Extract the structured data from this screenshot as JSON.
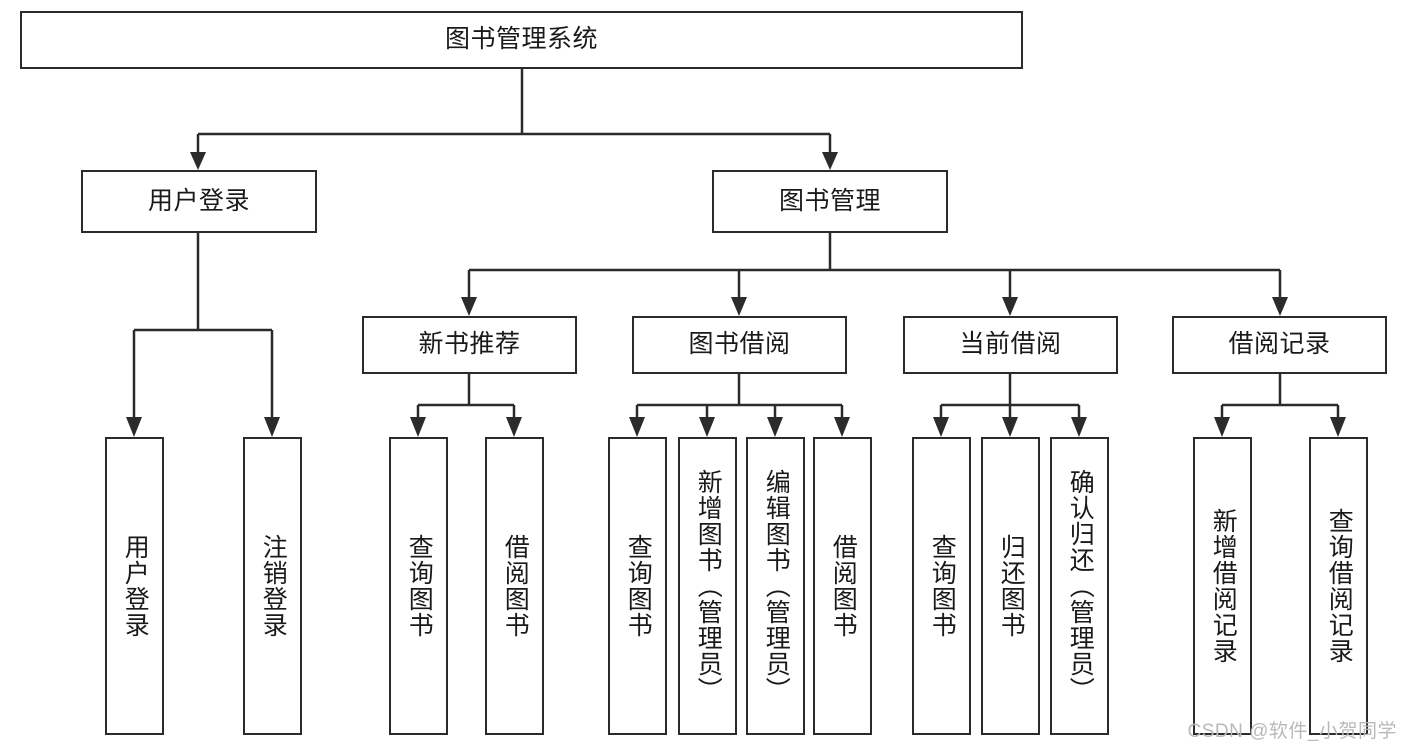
{
  "diagram": {
    "title": "图书管理系统",
    "type": "tree",
    "watermark": "CSDN @软件_小贺同学",
    "colors": {
      "stroke": "#2b2b2b",
      "fill": "#ffffff",
      "text": "#1a1a1a",
      "watermark": "#b9b9b9"
    },
    "nodes": {
      "root": {
        "label": "图书管理系统"
      },
      "l2": [
        {
          "id": "user-login",
          "label": "用户登录"
        },
        {
          "id": "book-manage",
          "label": "图书管理"
        }
      ],
      "l3": [
        {
          "id": "new-book-rec",
          "label": "新书推荐"
        },
        {
          "id": "book-borrow",
          "label": "图书借阅"
        },
        {
          "id": "current-borrow",
          "label": "当前借阅"
        },
        {
          "id": "borrow-record",
          "label": "借阅记录"
        }
      ],
      "leaves": {
        "user_login": [
          {
            "id": "leaf-user-login",
            "label": "用户登录"
          },
          {
            "id": "leaf-logout",
            "label": "注销登录"
          }
        ],
        "new_book_rec": [
          {
            "id": "leaf-query-book-1",
            "label": "查询图书"
          },
          {
            "id": "leaf-borrow-book-1",
            "label": "借阅图书"
          }
        ],
        "book_borrow": [
          {
            "id": "leaf-query-book-2",
            "label": "查询图书"
          },
          {
            "id": "leaf-add-book",
            "label": "新增图书（管理员）"
          },
          {
            "id": "leaf-edit-book",
            "label": "编辑图书（管理员）"
          },
          {
            "id": "leaf-borrow-book-2",
            "label": "借阅图书"
          }
        ],
        "current_borrow": [
          {
            "id": "leaf-query-book-3",
            "label": "查询图书"
          },
          {
            "id": "leaf-return-book",
            "label": "归还图书"
          },
          {
            "id": "leaf-confirm-return",
            "label": "确认归还（管理员）"
          }
        ],
        "borrow_record": [
          {
            "id": "leaf-add-record",
            "label": "新增借阅记录"
          },
          {
            "id": "leaf-query-record",
            "label": "查询借阅记录"
          }
        ]
      }
    }
  }
}
